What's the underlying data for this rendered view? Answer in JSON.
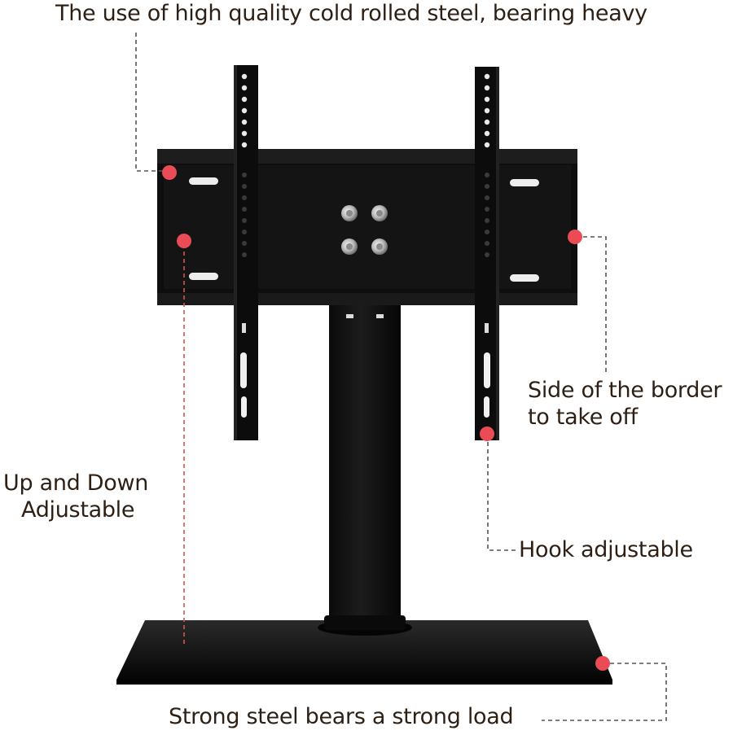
{
  "callouts": {
    "top": "The use of high quality cold rolled steel, bearing heavy",
    "side": [
      "Side of the border",
      "to take off"
    ],
    "up_down": [
      "Up and Down",
      "Adjustable"
    ],
    "hook": "Hook adjustable",
    "base": "Strong steel bears a strong load"
  },
  "colors": {
    "marker": "#ea4b54",
    "text": "#2e1f14",
    "steel": "#121212",
    "leader_dark": "#555555",
    "leader_red": "#d9534f"
  }
}
